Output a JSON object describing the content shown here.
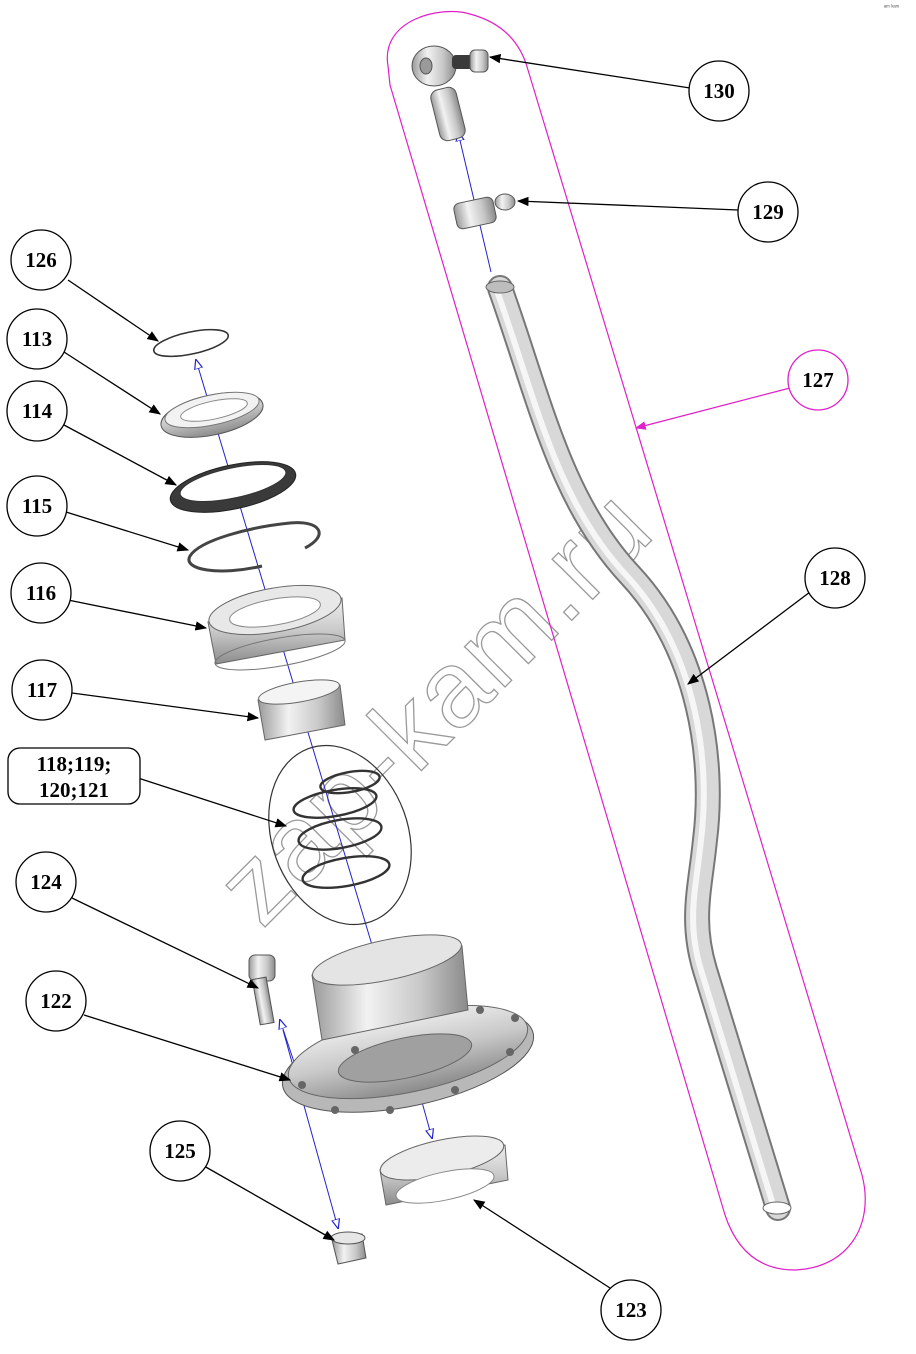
{
  "watermark": "zap-kam.ru",
  "corner_mark": "ᵃᵐ ᵏᵃᵐ",
  "colors": {
    "group_outline": "#e020c8",
    "axis_line": "#2222cc",
    "part_fill": "#d4d4d4",
    "part_dark": "#8a8a8a",
    "leader": "#000000"
  },
  "callouts": [
    {
      "id": "c130",
      "label": "130"
    },
    {
      "id": "c129",
      "label": "129"
    },
    {
      "id": "c127",
      "label": "127"
    },
    {
      "id": "c128",
      "label": "128"
    },
    {
      "id": "c126",
      "label": "126"
    },
    {
      "id": "c113",
      "label": "113"
    },
    {
      "id": "c114",
      "label": "114"
    },
    {
      "id": "c115",
      "label": "115"
    },
    {
      "id": "c116",
      "label": "116"
    },
    {
      "id": "c117",
      "label": "117"
    },
    {
      "id": "c118",
      "label_line1": "118;119;",
      "label_line2": "120;121"
    },
    {
      "id": "c124",
      "label": "124"
    },
    {
      "id": "c122",
      "label": "122"
    },
    {
      "id": "c125",
      "label": "125"
    },
    {
      "id": "c123",
      "label": "123"
    }
  ]
}
